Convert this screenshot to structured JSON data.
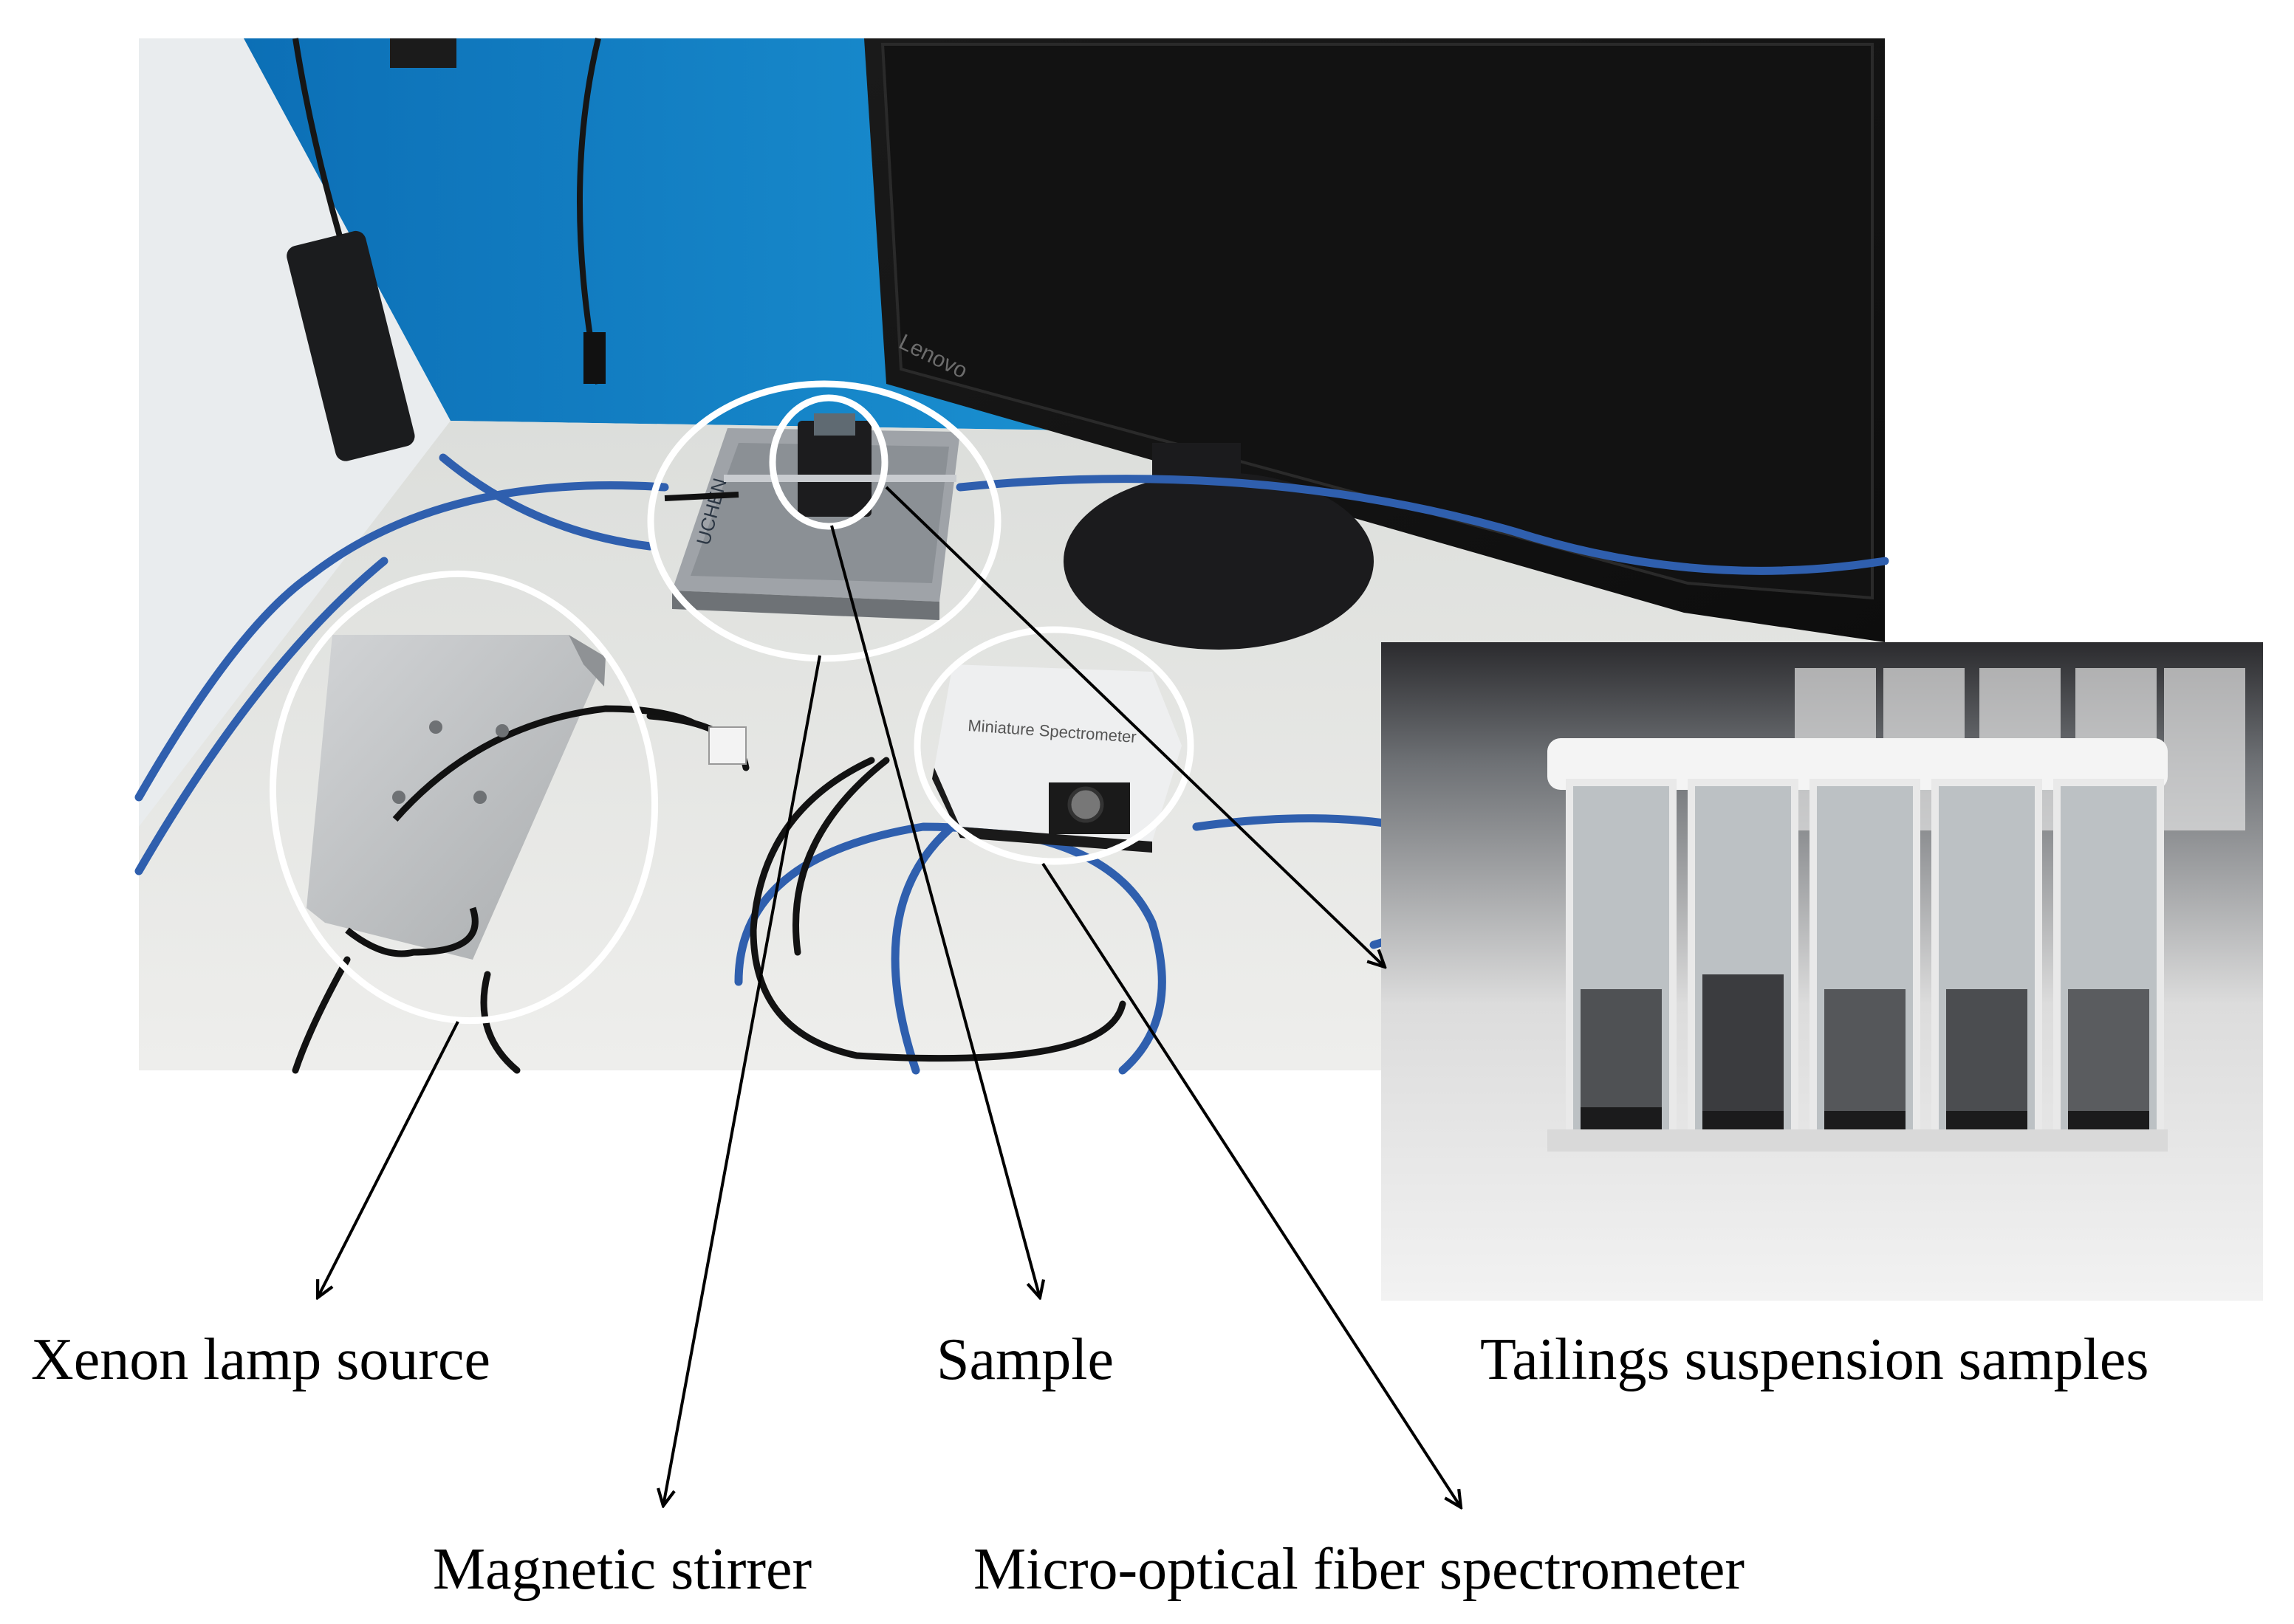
{
  "labels": {
    "xenon_lamp": "Xenon lamp source",
    "sample": "Sample",
    "tailings": "Tailings suspension samples",
    "stirrer": "Magnetic stirrer",
    "spectrometer": "Micro-optical fiber spectrometer"
  },
  "photo_text": {
    "monitor_brand": "Lenovo",
    "stirrer_brand": "UCHEN",
    "spectrometer_label": "Miniature Spectrometer"
  },
  "colors": {
    "wall_blue": "#1a86c8",
    "desk": "#e8e9e6",
    "cable_blue": "#2f5fae",
    "monitor": "#151515",
    "annotation": "#ffffff",
    "arrow": "#000000"
  }
}
